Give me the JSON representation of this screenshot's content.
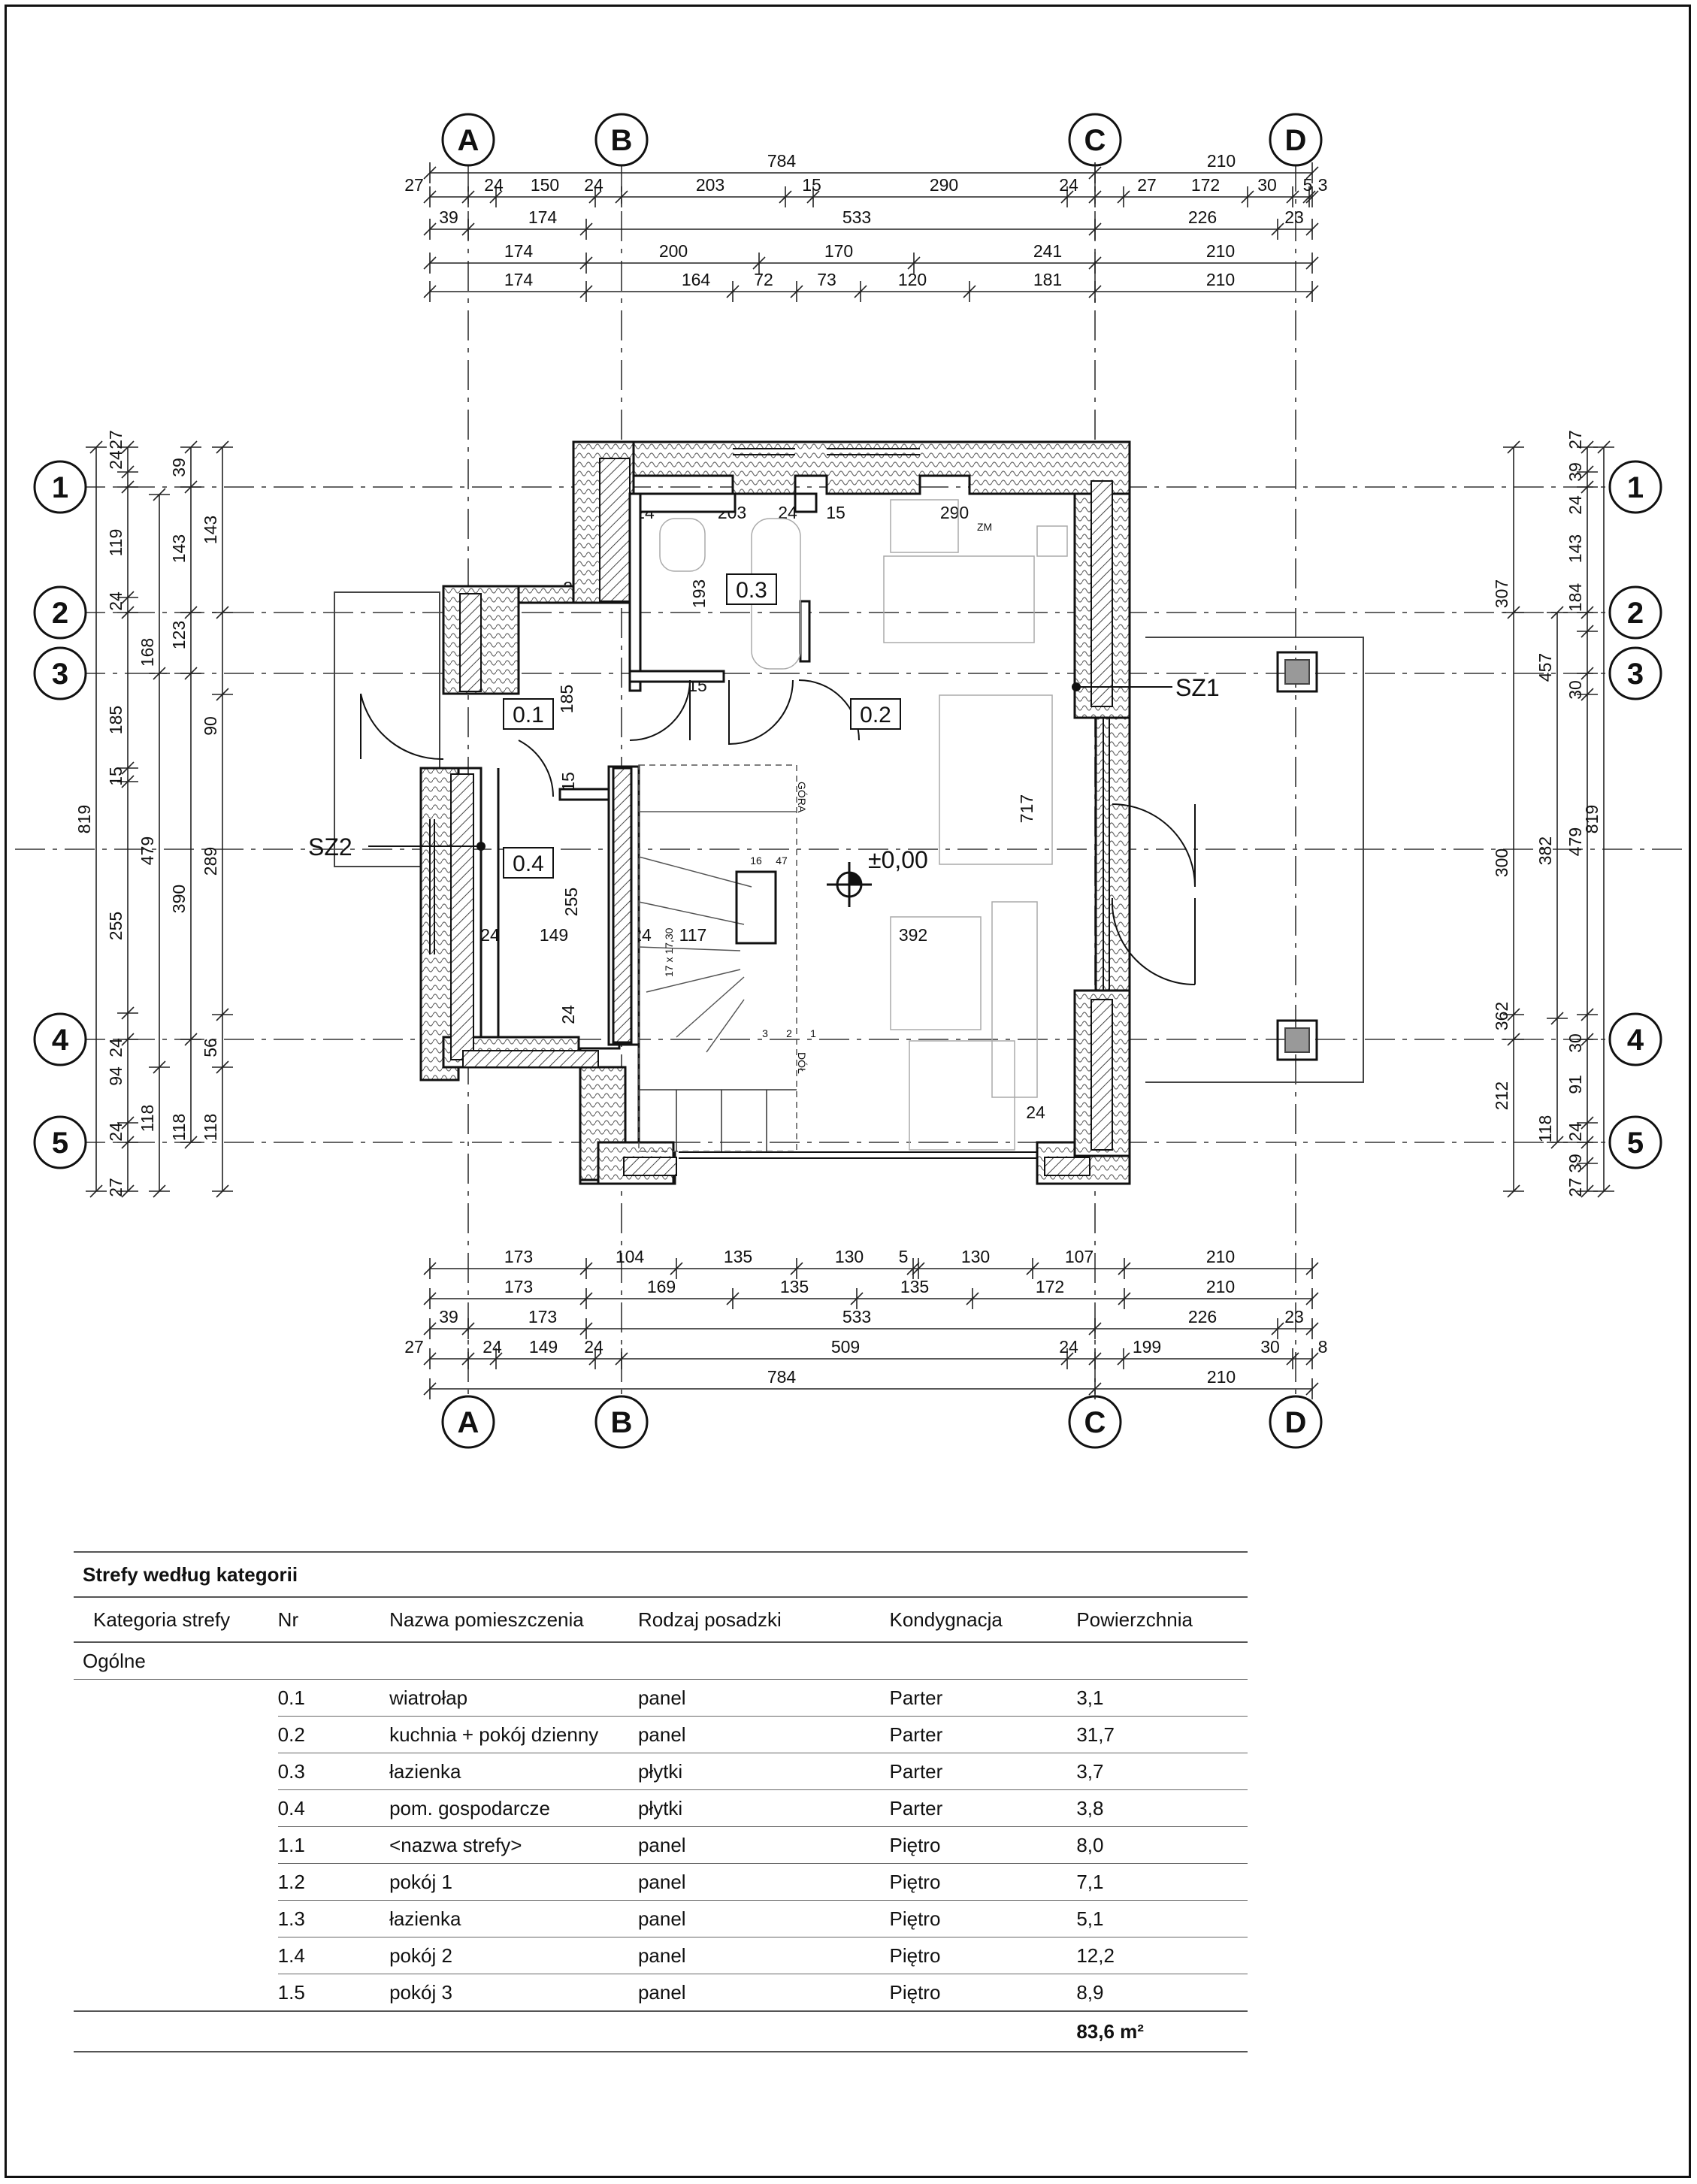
{
  "plan": {
    "axes_letters": [
      "A",
      "B",
      "C",
      "D"
    ],
    "axes_numbers": [
      "1",
      "2",
      "3",
      "4",
      "5"
    ],
    "rooms": [
      {
        "tag": "0.1"
      },
      {
        "tag": "0.2"
      },
      {
        "tag": "0.3"
      },
      {
        "tag": "0.4"
      }
    ],
    "level_mark": "±0,00",
    "sz1": "SZ1",
    "sz2": "SZ2",
    "stair_up": "GÓRA",
    "stair_down": "DÓŁ",
    "zm": "ZM",
    "stair_spec": "17 x 17,30",
    "top_dims": {
      "r1": [
        "784",
        "210"
      ],
      "r2": [
        "27",
        "24",
        "150",
        "24",
        "203",
        "15",
        "290",
        "24",
        "27",
        "172",
        "30",
        "5",
        "3"
      ],
      "r3": [
        "39",
        "174",
        "533",
        "226",
        "23"
      ],
      "r4": [
        "174",
        "200",
        "170",
        "241",
        "210"
      ],
      "r5": [
        "174",
        "164",
        "72",
        "73",
        "120",
        "181",
        "210"
      ]
    },
    "bottom_dims": {
      "r1": [
        "173",
        "104",
        "135",
        "130",
        "5",
        "130",
        "107",
        "210"
      ],
      "r2": [
        "173",
        "169",
        "135",
        "135",
        "172",
        "210"
      ],
      "r3": [
        "39",
        "173",
        "533",
        "226",
        "23"
      ],
      "r4": [
        "27",
        "24",
        "149",
        "24",
        "509",
        "24",
        "199",
        "30",
        "8"
      ],
      "r5": [
        "784",
        "210"
      ]
    },
    "left_dims": {
      "c1": [
        "819"
      ],
      "c2": [
        "27",
        "24",
        "119",
        "24",
        "185",
        "15",
        "255",
        "24",
        "94",
        "24",
        "27"
      ],
      "c3": [
        "168",
        "479",
        "118"
      ],
      "c4": [
        "39",
        "143",
        "123",
        "390",
        "118"
      ],
      "c5": [
        "143",
        "90",
        "289",
        "56",
        "118"
      ]
    },
    "right_dims": {
      "c1": [
        "27",
        "39",
        "143",
        "24",
        "184",
        "30",
        "479",
        "30",
        "91",
        "24",
        "39",
        "27"
      ],
      "c2": [
        "457",
        "382",
        "118"
      ],
      "c3": [
        "307",
        "300",
        "362",
        "212"
      ],
      "c4": [
        "819"
      ]
    },
    "inner_dims": [
      "24",
      "203",
      "24",
      "15",
      "290",
      "24",
      "193",
      "24",
      "185",
      "15",
      "15",
      "24",
      "149",
      "24",
      "255",
      "117",
      "392",
      "24",
      "717",
      "24",
      "24",
      "16",
      "47",
      "3",
      "2",
      "1"
    ]
  },
  "zones_table": {
    "title": "Strefy według kategorii",
    "headers": [
      "Kategoria strefy",
      "Nr",
      "Nazwa pomieszczenia",
      "Rodzaj posadzki",
      "Kondygnacja",
      "Powierzchnia"
    ],
    "category": "Ogólne",
    "rows": [
      {
        "nr": "0.1",
        "name": "wiatrołap",
        "floor": "panel",
        "level": "Parter",
        "area": "3,1"
      },
      {
        "nr": "0.2",
        "name": "kuchnia + pokój dzienny",
        "floor": "panel",
        "level": "Parter",
        "area": "31,7"
      },
      {
        "nr": "0.3",
        "name": "łazienka",
        "floor": "płytki",
        "level": "Parter",
        "area": "3,7"
      },
      {
        "nr": "0.4",
        "name": "pom. gospodarcze",
        "floor": "płytki",
        "level": "Parter",
        "area": "3,8"
      },
      {
        "nr": "1.1",
        "name": "<nazwa strefy>",
        "floor": "panel",
        "level": "Piętro",
        "area": "8,0"
      },
      {
        "nr": "1.2",
        "name": "pokój 1",
        "floor": "panel",
        "level": "Piętro",
        "area": "7,1"
      },
      {
        "nr": "1.3",
        "name": "łazienka",
        "floor": "panel",
        "level": "Piętro",
        "area": "5,1"
      },
      {
        "nr": "1.4",
        "name": "pokój 2",
        "floor": "panel",
        "level": "Piętro",
        "area": "12,2"
      },
      {
        "nr": "1.5",
        "name": "pokój 3",
        "floor": "panel",
        "level": "Piętro",
        "area": "8,9"
      }
    ],
    "total": "83,6 m²"
  }
}
